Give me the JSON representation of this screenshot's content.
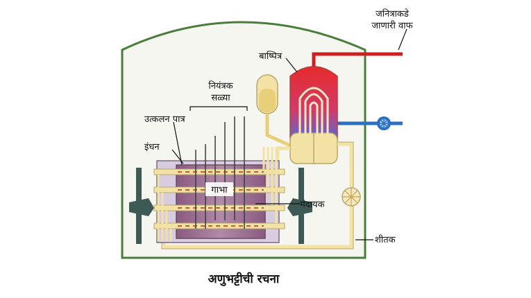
{
  "caption": "अणुभट्टीची रचना",
  "labels": {
    "steam_to_generator_line1": "जनित्राकडे",
    "steam_to_generator_line2": "जाणारी वाफ",
    "steam_generator": "बाष्पित्र",
    "control_rods_line1": "नियंत्रक",
    "control_rods_line2": "सळ्या",
    "pressure_vessel": "उत्कलन पात्र",
    "fuel": "इंधन",
    "core": "गाभा",
    "moderator": "मंदायक",
    "coolant": "शीतक"
  },
  "colors": {
    "containment_outline": "#4a7c3a",
    "containment_fill": "#f6f6f1",
    "hot_steam_line": "#cc2020",
    "cold_water_line": "#2a6fc0",
    "pipes": "#f2e2a6",
    "core_fill": "#9a6a8c",
    "supports": "#3e5a55",
    "fuel_marks": "#d25a2a"
  }
}
